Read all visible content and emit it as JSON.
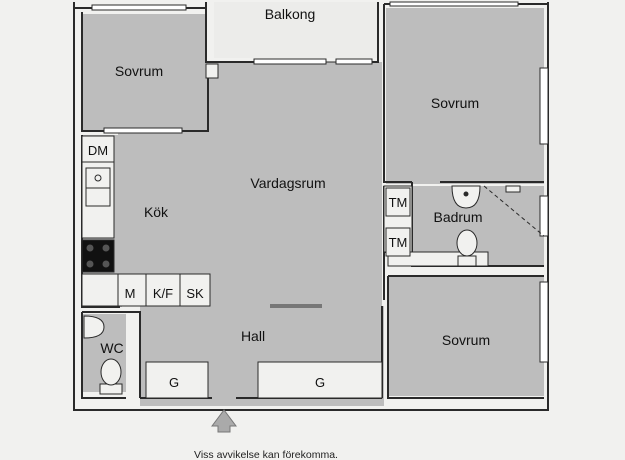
{
  "rooms": {
    "balkong": "Balkong",
    "sovrum_topleft": "Sovrum",
    "sovrum_topright": "Sovrum",
    "sovrum_bottomright": "Sovrum",
    "vardagsrum": "Vardagsrum",
    "kok": "Kök",
    "badrum": "Badrum",
    "hall": "Hall",
    "wc": "WC"
  },
  "fixtures": {
    "dm": "DM",
    "m": "M",
    "kf": "K/F",
    "sk": "SK",
    "tm_top": "TM",
    "tm_bottom": "TM",
    "g_left": "G",
    "g_right": "G"
  },
  "footnote": "Viss avvikelse kan förekomma.",
  "colors": {
    "room_fill": "#bdbdbd",
    "wall": "#2a2a2a",
    "outside": "#f1f1ef",
    "window": "#ffffff",
    "stove": "#111111"
  },
  "icons": [
    "sink-icon",
    "toilet-icon",
    "stove-icon",
    "entrance-arrow-icon",
    "shower-corner-icon"
  ]
}
